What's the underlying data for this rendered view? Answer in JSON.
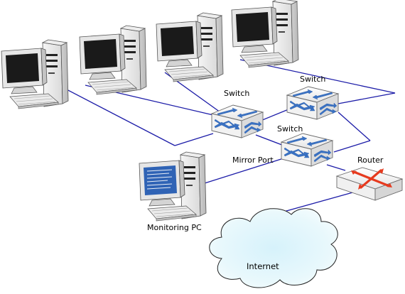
{
  "labels": {
    "switch_top_right": "Switch",
    "switch_middle": "Switch",
    "switch_lower": "Switch",
    "mirror_port": "Mirror Port",
    "router": "Router",
    "monitoring_pc": "Monitoring PC",
    "internet": "Internet"
  },
  "icons": {
    "workstation": "desktop-computer-icon",
    "monitoring_workstation": "monitoring-computer-icon",
    "switch": "network-switch-icon",
    "router": "router-icon",
    "cloud": "internet-cloud-icon"
  },
  "colors": {
    "link": "#1c1ca8",
    "router_x": "#e63a1e",
    "switch_arrows": "#3a72c4",
    "monitor_screen": "#2f63b5"
  }
}
